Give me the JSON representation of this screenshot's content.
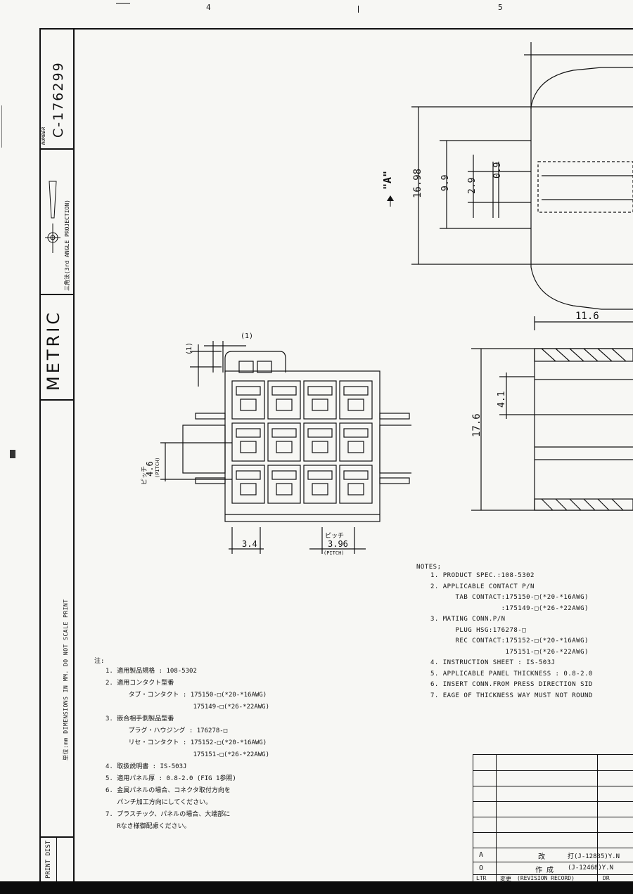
{
  "header": {
    "zone_4": "4",
    "zone_5": "5"
  },
  "title_block": {
    "number_label": "NUMBER",
    "number": "C-176299",
    "projection": "三角法(3rd ANGLE PROJECTION)",
    "units": "METRIC",
    "dimensions_note": "単位:mm DIMENSIONS IN MM. DO NOT SCALE PRINT",
    "print_dist": "PRINT DIST"
  },
  "dimensions": {
    "d1698": "16.98",
    "d99": "9.9",
    "d29": "2.9",
    "d09": "0.9",
    "view_a": "\"A\"",
    "d116": "11.6",
    "d176": "17.6",
    "d41": "4.1",
    "d1_top": "(1)",
    "d1_left": "(1)",
    "pitch_jp": "ピッチ",
    "d46": "4.6",
    "pitch_en_v": "(PITCH)",
    "d34": "3.4",
    "pitch_jp2": "ピッチ",
    "d396": "3.96",
    "pitch_en_h": "(PITCH)"
  },
  "notes_en": {
    "heading": "NOTES;",
    "lines": [
      "1. PRODUCT SPEC.:108-5302",
      "2. APPLICABLE CONTACT P/N",
      "      TAB CONTACT:175150-□(*20-*16AWG)",
      "                 :175149-□(*26-*22AWG)",
      "3. MATING CONN.P/N",
      "      PLUG HSG:176278-□",
      "      REC CONTACT:175152-□(*20-*16AWG)",
      "                  175151-□(*26-*22AWG)",
      "4. INSTRUCTION SHEET : IS-503J",
      "5. APPLICABLE PANEL THICKNESS : 0.8-2.0",
      "6. INSERT CONN.FROM PRESS DIRECTION SID",
      "7. EAGE OF THICKNESS WAY MUST NOT ROUND"
    ]
  },
  "notes_jp": {
    "heading": "注:",
    "lines": [
      "1. 適用製品規格 : 108-5302",
      "2. 適用コンタクト型番",
      "      タブ・コンタクト : 175150-□(*20-*16AWG)",
      "                       175149-□(*26-*22AWG)",
      "3. 嵌合相手側製品型番",
      "      プラグ・ハウジング : 176278-□",
      "      リセ・コンタクト : 175152-□(*20-*16AWG)",
      "                       175151-□(*26-*22AWG)",
      "4. 取扱説明書 : IS-503J",
      "5. 適用パネル厚 : 0.8-2.0 (FIG 1参照)",
      "6. 金属パネルの場合、コネクタ取付方向を",
      "   パンチ加工方向にしてください。",
      "7. プラスチック、パネルの場合、大端部に",
      "   Rなき様御配慮ください。"
    ]
  },
  "revision": {
    "rows": [
      {
        "ltr": "A",
        "desc": "改",
        "dr": "打(J-12835)Y.N"
      },
      {
        "ltr": "O",
        "desc": "作  成",
        "dr": "(J-12468)Y.N"
      }
    ],
    "footer_ltr": "LTR",
    "footer_change": "変更",
    "footer_record": "(REVISION RECORD)",
    "footer_dr": "DR"
  }
}
